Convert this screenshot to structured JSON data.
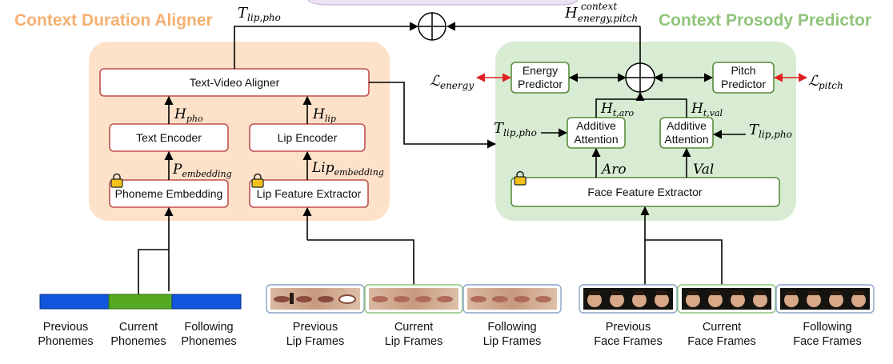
{
  "colors": {
    "orange_panel": "#fde2c9",
    "green_panel": "#d7ecd2",
    "orange_title": "#f6b071",
    "green_title": "#8fc47a",
    "red_box": "#c0504d",
    "green_box": "#5a8c3e",
    "phoneme_blue": "#1155dd",
    "phoneme_green": "#55aa22",
    "loss_arrow": "#e02020"
  },
  "icons": [
    "lock-icon",
    "sum-circle-icon"
  ],
  "top": {
    "t_lip_pho": "T",
    "t_lip_pho_sub": "lip,pho",
    "h_context_base": "H",
    "h_context_sup": "context",
    "h_context_sub": "energy,pitch"
  },
  "left": {
    "title": "Context Duration Aligner",
    "aligner": "Text-Video Aligner",
    "text_encoder": "Text Encoder",
    "lip_encoder": "Lip Encoder",
    "phoneme_embedding": "Phoneme Embedding",
    "lip_extractor": "Lip Feature Extractor",
    "h_pho": "H",
    "h_pho_sub": "pho",
    "h_lip": "H",
    "h_lip_sub": "lip",
    "p_emb": "P",
    "p_emb_sub": "embedding",
    "lip_emb": "Lip",
    "lip_emb_sub": "embedding"
  },
  "right": {
    "title": "Context Prosody Predictor",
    "energy_line1": "Energy",
    "energy_line2": "Predictor",
    "pitch_line1": "Pitch",
    "pitch_line2": "Predictor",
    "attn_line1": "Additive",
    "attn_line2": "Attention",
    "face_extractor": "Face Feature Extractor",
    "loss_symbol": "ℒ",
    "loss_energy_sub": "energy",
    "loss_pitch_sub": "pitch",
    "h_aro": "H",
    "h_aro_sub": "t,aro",
    "h_val": "H",
    "h_val_sub": "t,val",
    "aro": "Aro",
    "val": "Val",
    "t_lip_pho": "T",
    "t_lip_pho_sub": "lip,pho"
  },
  "captions": {
    "phonemes": [
      [
        "Previous",
        "Phonemes"
      ],
      [
        "Current",
        "Phonemes"
      ],
      [
        "Following",
        "Phonemes"
      ]
    ],
    "lip": [
      [
        "Previous",
        "Lip Frames"
      ],
      [
        "Current",
        "Lip Frames"
      ],
      [
        "Following",
        "Lip Frames"
      ]
    ],
    "face": [
      [
        "Previous",
        "Face Frames"
      ],
      [
        "Current",
        "Face Frames"
      ],
      [
        "Following",
        "Face Frames"
      ]
    ]
  }
}
